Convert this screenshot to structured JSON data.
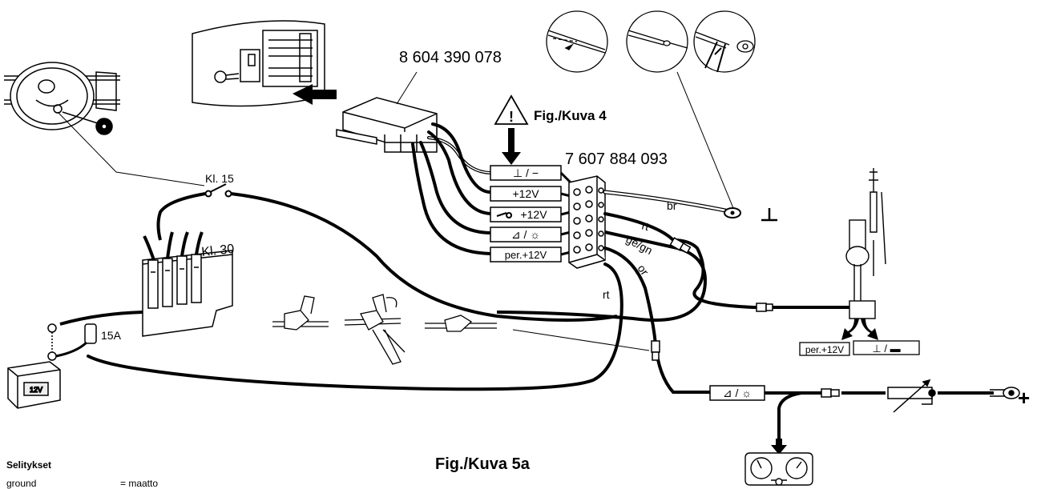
{
  "labels": {
    "connector_part_number": "8 604 390 078",
    "warning_fig_label": "Fig./Kuva 4",
    "terminal_block_part_number": "7 607 884 093",
    "terminal_label": "Kl. 15",
    "kl30_label": "Kl. 30",
    "fuse_label": "15A",
    "wire_br": "br",
    "wire_rt_upper": "rt",
    "wire_ge_gn": "ge/gn",
    "wire_or": "or",
    "wire_rt_lower": "rt",
    "figure_caption": "Fig./Kuva 5a",
    "plus_sign": "+"
  },
  "connector_tags": {
    "ground": "⊥ / −",
    "plus_12v": "+12V",
    "key_12v": "+12V",
    "dimmer": "⊿ / ☼",
    "per_12v": "per.+12V"
  },
  "antenna_tags": {
    "per_12v": "per.+12V",
    "ground": "⊥ / ▬"
  },
  "battery_label": "12V",
  "legend": {
    "title": "Selitykset",
    "rows": [
      {
        "term": "ground",
        "value": "= maatto"
      }
    ]
  }
}
